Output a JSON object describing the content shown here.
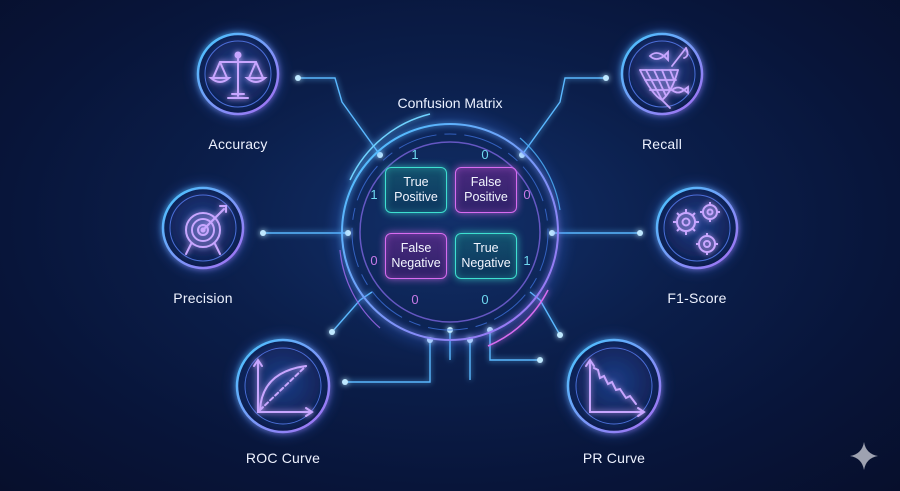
{
  "diagram": {
    "center_title": "Confusion Matrix",
    "matrix": {
      "cells": {
        "tp": "True\nPositive",
        "fp": "False\nPositive",
        "fn": "False\nNegative",
        "tn": "True\nNegative"
      },
      "top_labels": [
        "1",
        "0"
      ],
      "bottom_labels": [
        "0",
        "0"
      ],
      "left_labels": [
        "1",
        "0"
      ],
      "right_labels": [
        "0",
        "1"
      ]
    },
    "nodes": {
      "accuracy": "Accuracy",
      "recall": "Recall",
      "precision": "Precision",
      "f1": "F1-Score",
      "roc": "ROC Curve",
      "pr": "PR Curve"
    },
    "icons": {
      "accuracy": "balance-scale-icon",
      "recall": "fishing-net-icon",
      "precision": "target-icon",
      "f1": "gears-icon",
      "roc": "roc-curve-icon",
      "pr": "pr-curve-icon"
    },
    "colors": {
      "cyan": "#3ee0d0",
      "magenta": "#d86cf0",
      "blue_glow": "#4fb4ff",
      "purple_ring": "#8a6cf0"
    }
  }
}
